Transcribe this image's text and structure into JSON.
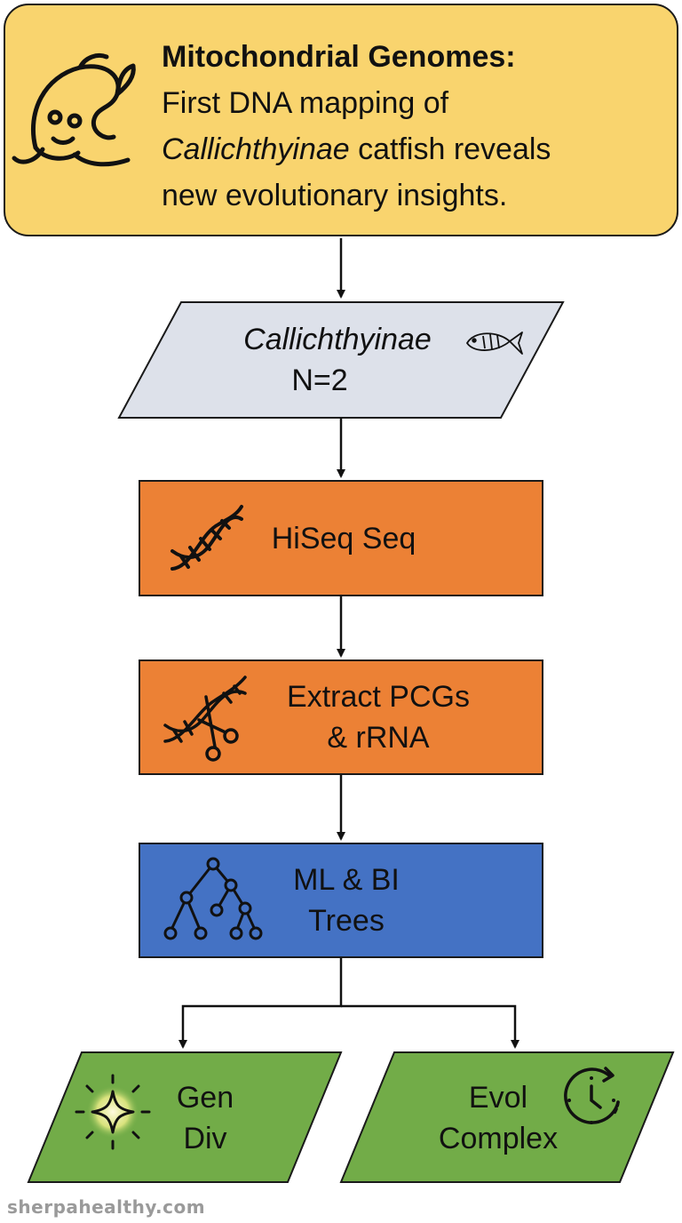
{
  "title": {
    "heading": "Mitochondrial Genomes:",
    "line1": "First DNA mapping of",
    "species": "Callichthyinae",
    "line2_rest": " catfish reveals",
    "line3": "new evolutionary insights."
  },
  "nodes": {
    "input": {
      "label": "Callichthyinae",
      "sub": "N=2"
    },
    "sequencing": {
      "label": "HiSeq Seq"
    },
    "extract": {
      "line1": "Extract PCGs",
      "line2": "& rRNA"
    },
    "trees": {
      "line1": "ML & BI",
      "line2": "Trees"
    },
    "gen_div": {
      "line1": "Gen",
      "line2": "Div"
    },
    "evol_complex": {
      "line1": "Evol",
      "line2": "Complex"
    }
  },
  "icons": {
    "title": "catfish-icon",
    "input": "fish-icon",
    "sequencing": "dna-icon",
    "extract": "dna-scissors-icon",
    "trees": "phylogenetic-tree-icon",
    "gen_div": "sparkle-icon",
    "evol_complex": "clock-icon"
  },
  "colors": {
    "title_fill": "#f9d46e",
    "input_fill": "#dde1ea",
    "process_fill": "#ec8135",
    "analysis_fill": "#4472c4",
    "output_fill": "#72ac48"
  },
  "watermark": "sherpahealthy.com"
}
